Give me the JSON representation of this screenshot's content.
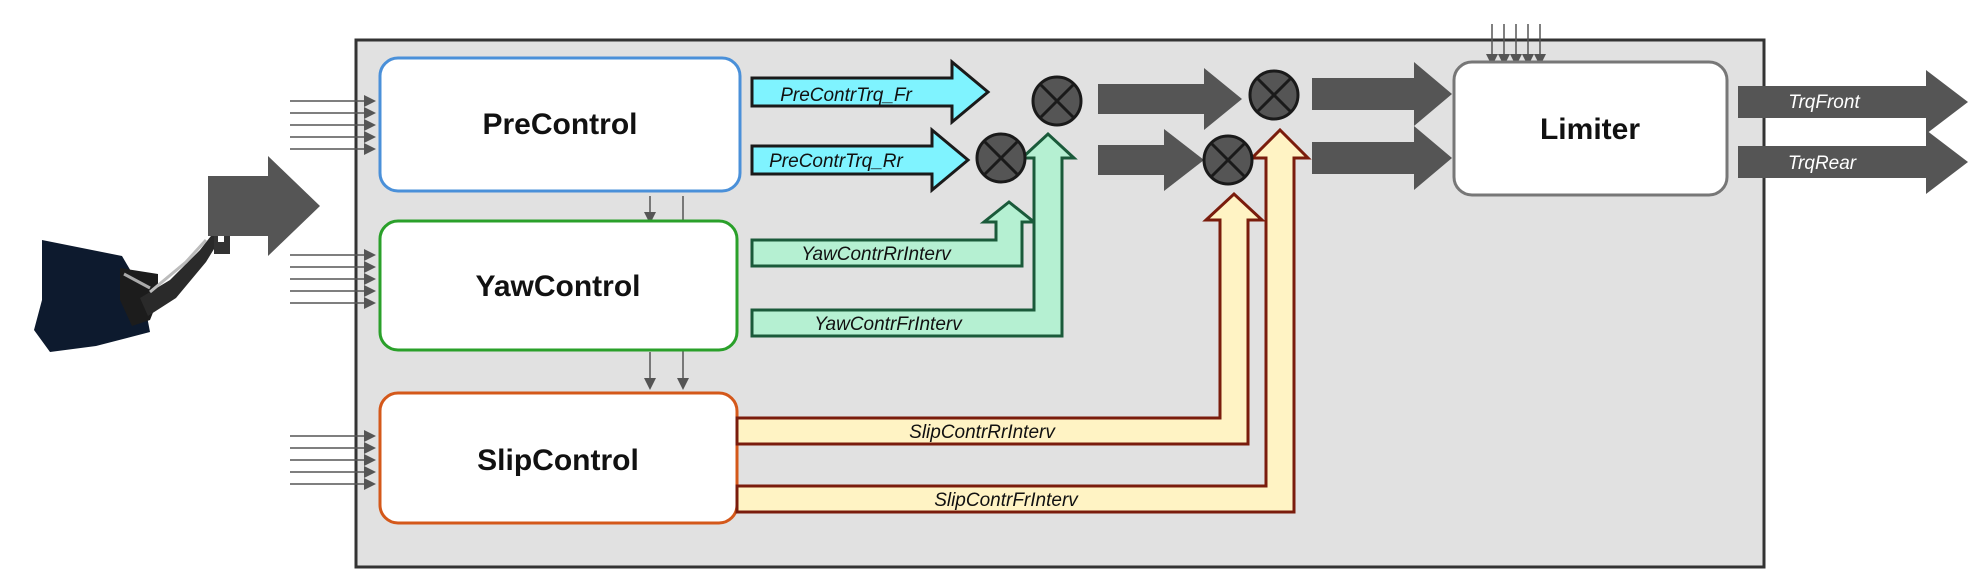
{
  "blocks": {
    "precontrol": "PreControl",
    "yawcontrol": "YawControl",
    "slipcontrol": "SlipControl",
    "limiter": "Limiter"
  },
  "signals": {
    "precontr_fr": "PreContrTrq_Fr",
    "precontr_rr": "PreContrTrq_Rr",
    "yaw_rr": "YawContrRrInterv",
    "yaw_fr": "YawContrFrInterv",
    "slip_rr": "SlipContrRrInterv",
    "slip_fr": "SlipContrFrInterv",
    "trq_front": "TrqFront",
    "trq_rear": "TrqRear"
  },
  "colors": {
    "precontrol_border": "#4a90d9",
    "yawcontrol_border": "#2aa02a",
    "slipcontrol_border": "#d4581a",
    "limiter_border": "#777777",
    "cyan_arrow_fill": "#7ff3ff",
    "green_arrow_fill": "#b5f0d2",
    "green_arrow_stroke": "#1a5a3a",
    "slip_arrow_fill": "#fff3c4",
    "slip_arrow_stroke": "#7a1c0c",
    "dark_arrow": "#555555",
    "panel_bg": "#e1e1e1"
  },
  "icons": {
    "summing_junction": "circle-cross-icon",
    "driver_input": "foot-pedal-icon"
  }
}
